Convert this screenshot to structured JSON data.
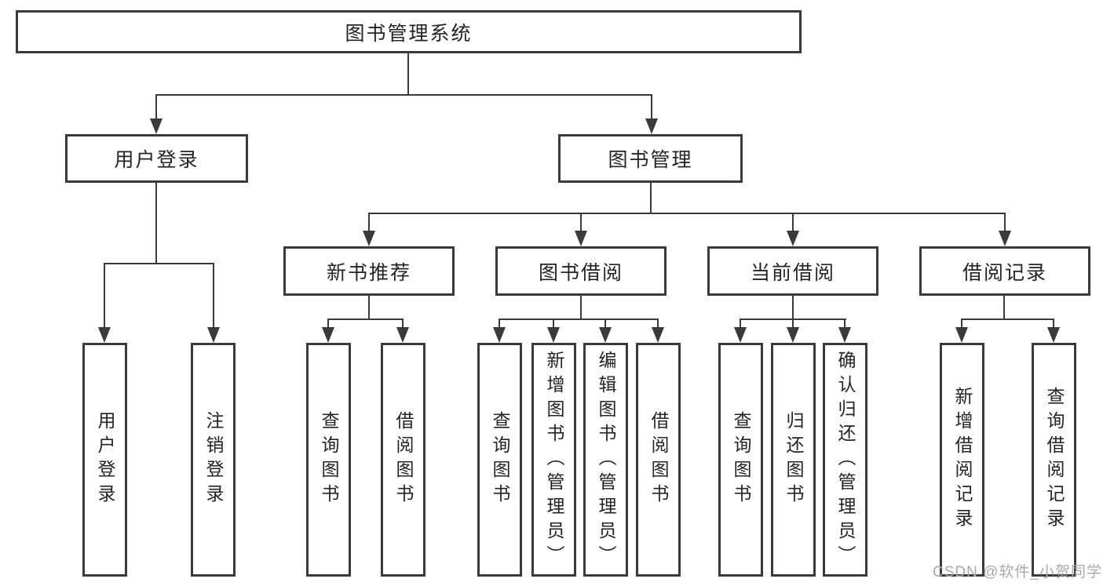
{
  "tree": {
    "root": {
      "label": "图书管理系统",
      "children": [
        {
          "label": "用户登录",
          "children": [
            {
              "label": "用户登录"
            },
            {
              "label": "注销登录"
            }
          ]
        },
        {
          "label": "图书管理",
          "children": [
            {
              "label": "新书推荐",
              "children": [
                {
                  "label": "查询图书"
                },
                {
                  "label": "借阅图书"
                }
              ]
            },
            {
              "label": "图书借阅",
              "children": [
                {
                  "label": "查询图书"
                },
                {
                  "label": "新增图书（管理员）"
                },
                {
                  "label": "编辑图书（管理员）"
                },
                {
                  "label": "借阅图书"
                }
              ]
            },
            {
              "label": "当前借阅",
              "children": [
                {
                  "label": "查询图书"
                },
                {
                  "label": "归还图书"
                },
                {
                  "label": "确认归还（管理员）"
                }
              ]
            },
            {
              "label": "借阅记录",
              "children": [
                {
                  "label": "新增借阅记录"
                },
                {
                  "label": "查询借阅记录"
                }
              ]
            }
          ]
        }
      ]
    }
  },
  "watermark": "CSDN @软件_小贺同学",
  "colors": {
    "line": "#3b3b3b",
    "text": "#242424",
    "watermark": "#a9a9a9",
    "background": "#ffffff"
  }
}
